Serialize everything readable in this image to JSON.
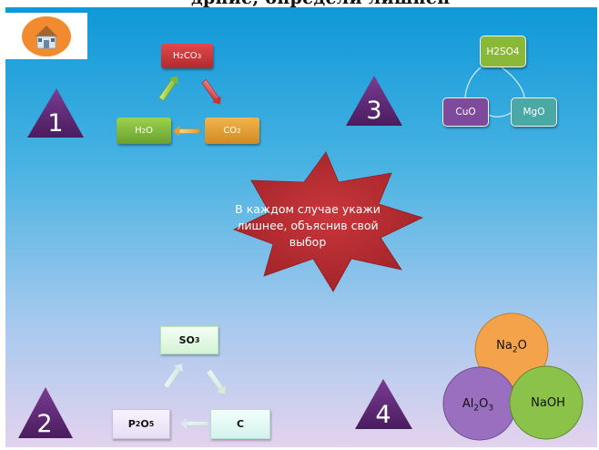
{
  "header": {
    "title_partial": "дрние, определи лишнеп"
  },
  "home_button": {
    "icon": "home-icon"
  },
  "groups": [
    {
      "number": "1",
      "items": [
        {
          "label": "H2CO3",
          "base": "H",
          "sub1": "2",
          "mid": "CO",
          "sub2": "3",
          "color": "#c63437"
        },
        {
          "label": "H2O",
          "base": "H",
          "sub1": "2",
          "mid": "O",
          "color": "#7fb638"
        },
        {
          "label": "CO2",
          "base": "CO",
          "sub1": "2",
          "color": "#e39e2f"
        }
      ]
    },
    {
      "number": "2",
      "items": [
        {
          "label": "SO3",
          "base": "SO",
          "sub1": "3"
        },
        {
          "label": "P2O5",
          "base": "P",
          "sub1": "2",
          "mid": "O",
          "sub2": "5"
        },
        {
          "label": "C",
          "base": "C"
        }
      ]
    },
    {
      "number": "3",
      "items": [
        {
          "label": "H2SO4",
          "color": "#8ab93a"
        },
        {
          "label": "CuO",
          "color": "#7d4a9c"
        },
        {
          "label": "MgO",
          "color": "#4aa8a5"
        }
      ]
    },
    {
      "number": "4",
      "items": [
        {
          "label": "Na2O",
          "base": "Na",
          "sub1": "2",
          "mid": "O",
          "color": "#f5a34a"
        },
        {
          "label": "Al2O3",
          "base": "Al",
          "sub1": "2",
          "mid": "O",
          "sub2": "3",
          "color": "#9a6fbf"
        },
        {
          "label": "NaOH",
          "color": "#8bc34a"
        }
      ]
    }
  ],
  "center": {
    "text": "В каждом случае укажи лишнее, объяснив свой выбор",
    "color": "#b62b2f"
  },
  "triangle_color": "#5d2a72"
}
